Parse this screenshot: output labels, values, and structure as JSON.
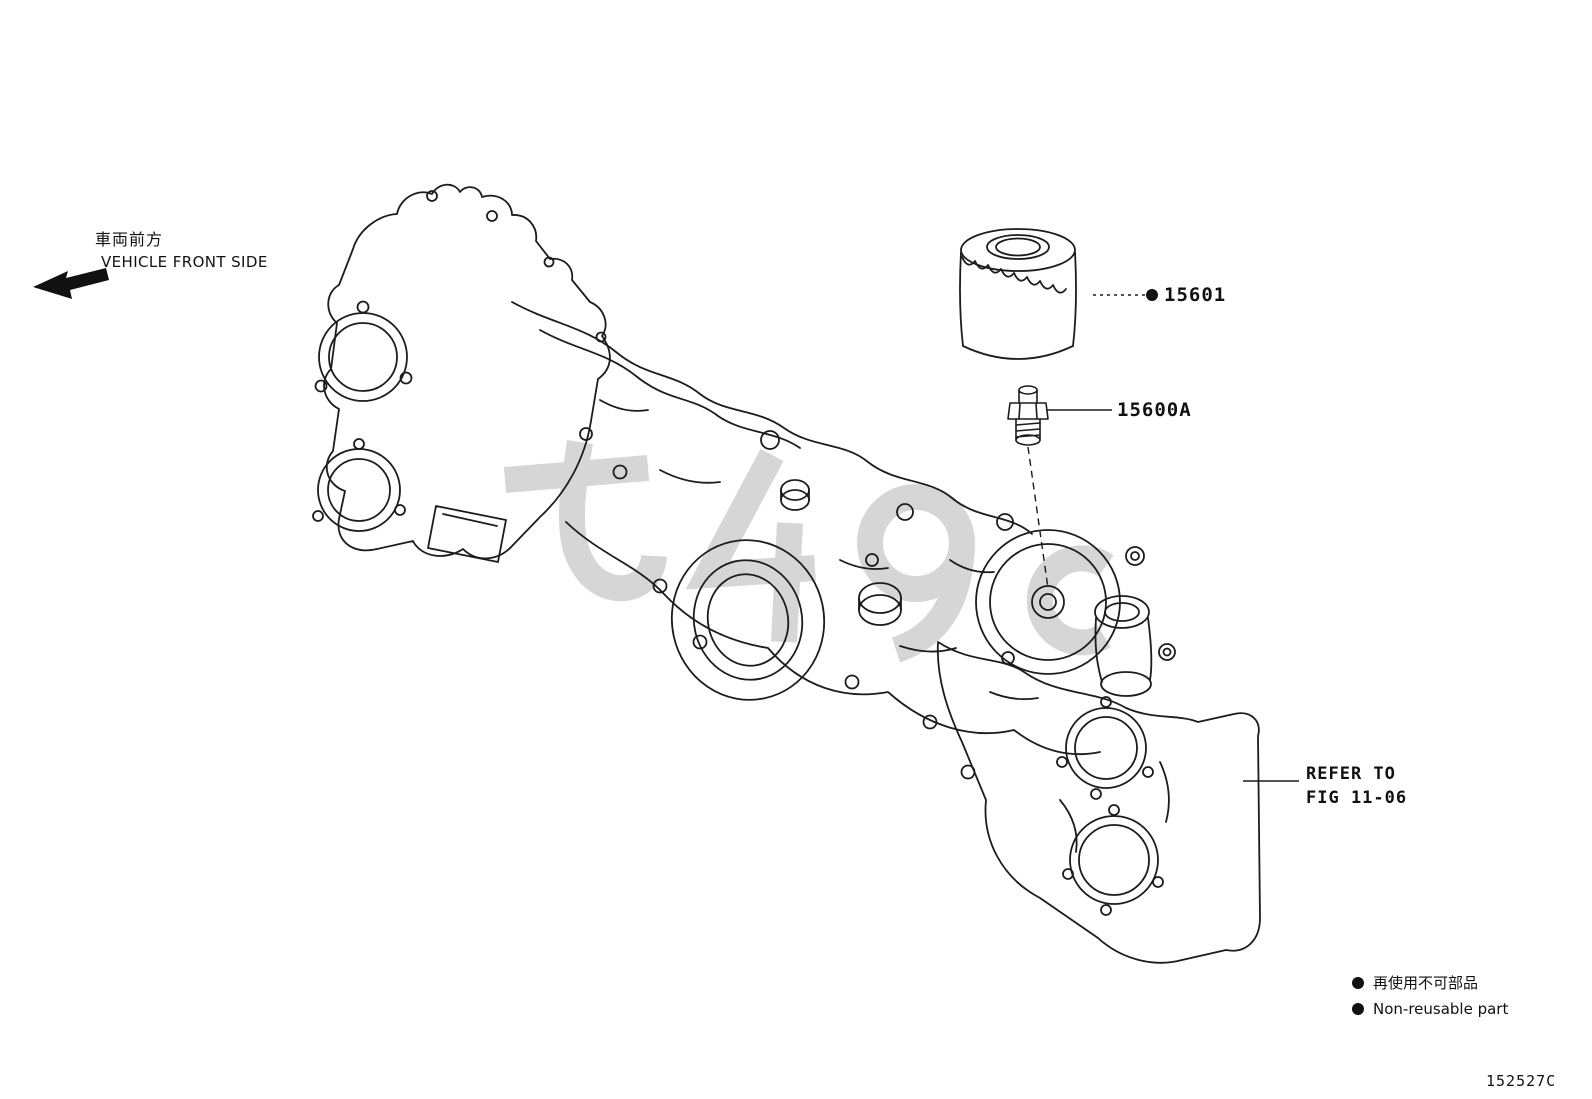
{
  "page": {
    "figure_code": "152527C",
    "line_color": "#1c1c1c",
    "watermark_color": "#d6d6d6",
    "background": "#ffffff"
  },
  "annotations": {
    "vehicle_front": {
      "jp": "車両前方",
      "en": "VEHICLE FRONT SIDE"
    },
    "parts": [
      {
        "label": "15601",
        "non_reusable": true
      },
      {
        "label": "15600A",
        "non_reusable": false
      }
    ],
    "refer": {
      "line1": "REFER TO",
      "line2": "FIG 11-06"
    },
    "legend": [
      {
        "text": "再使用不可部品"
      },
      {
        "text": "Non-reusable part"
      }
    ]
  }
}
